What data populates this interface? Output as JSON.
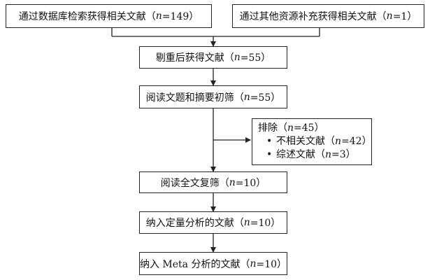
{
  "nodes": {
    "db_search": {
      "prefix": "通过数据库检索获得相关文献（",
      "n": "n",
      "suffix": "=149）"
    },
    "other_sources": {
      "prefix": "通过其他资源补充获得相关文献（",
      "n": "n",
      "suffix": "=1）"
    },
    "dedup": {
      "prefix": "剔重后获得文献（",
      "n": "n",
      "suffix": "=55）"
    },
    "screen": {
      "prefix": "阅读文题和摘要初筛（",
      "n": "n",
      "suffix": "=55）"
    },
    "fulltext": {
      "prefix": "阅读全文复筛（",
      "n": "n",
      "suffix": "=10）"
    },
    "quant": {
      "prefix": "纳入定量分析的文献（",
      "n": "n",
      "suffix": "=10）"
    },
    "meta": {
      "prefix": "纳入 Meta 分析的文献（",
      "n": "n",
      "suffix": "=10）"
    }
  },
  "exclusion": {
    "title": {
      "prefix": "排除（",
      "n": "n",
      "suffix": "=45）"
    },
    "items": [
      {
        "bullet": "•",
        "prefix": "不相关文献（",
        "n": "n",
        "suffix": "=42）"
      },
      {
        "bullet": "•",
        "prefix": "综述文献（",
        "n": "n",
        "suffix": "=3）"
      }
    ]
  }
}
